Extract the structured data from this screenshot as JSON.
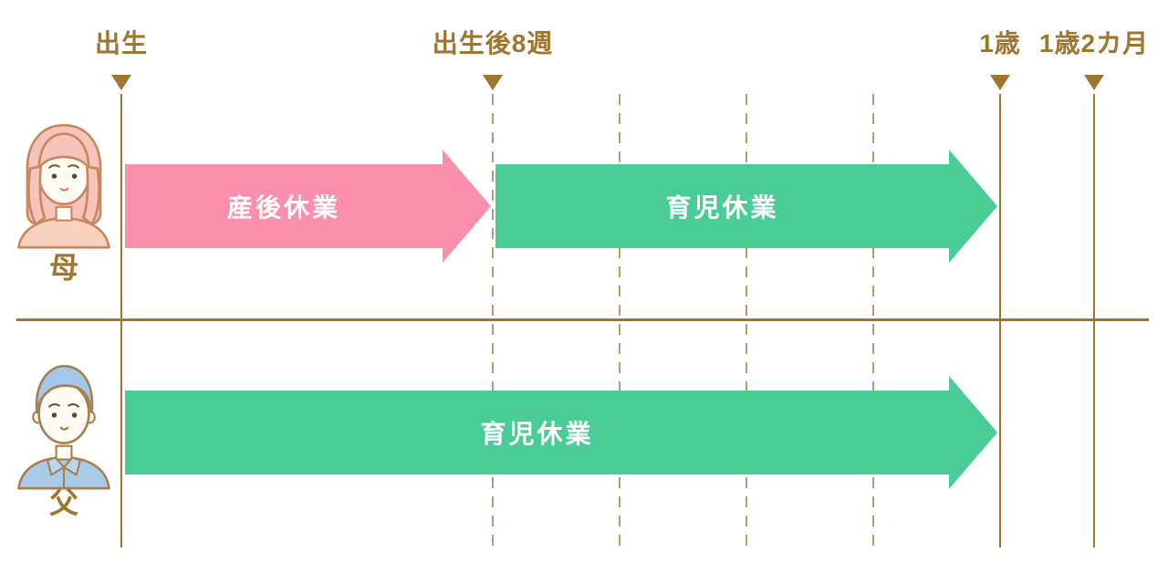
{
  "timeline": {
    "markers": [
      {
        "label": "出生"
      },
      {
        "label": "出生後8週"
      },
      {
        "label": "1歳"
      },
      {
        "label": "1歳2カ月"
      }
    ]
  },
  "mother": {
    "label": "母",
    "postnatal_leave": "産後休業",
    "childcare_leave": "育児休業"
  },
  "father": {
    "label": "父",
    "childcare_leave": "育児休業"
  },
  "colors": {
    "line_brown": "#9E762F",
    "dashed_tan": "#B2A067",
    "postnatal_pink": "#F98FAD",
    "childcare_green": "#4ACC96",
    "arrow_text": "#FFFFFF"
  }
}
